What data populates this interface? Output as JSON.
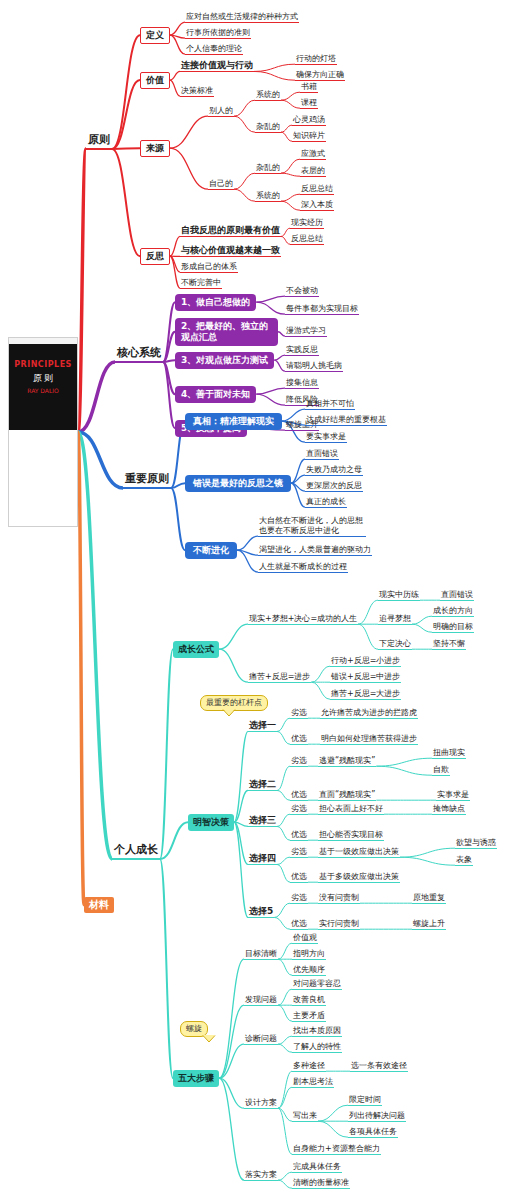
{
  "diagram": {
    "nodes": [
      {
        "text": [
          "PRINCIPLES",
          "原 则",
          "RAY DALIO"
        ]
      },
      {
        "text": [
          "原则"
        ]
      },
      {
        "text": [
          "定义"
        ]
      },
      {
        "text": [
          "应对自然或生活规律的种种方式"
        ]
      },
      {
        "text": [
          "行事所依据的准则"
        ]
      },
      {
        "text": [
          "个人信奉的理论"
        ]
      },
      {
        "text": [
          "价值"
        ]
      },
      {
        "text": [
          "连接价值观与行动"
        ]
      },
      {
        "text": [
          "行动的灯塔"
        ]
      },
      {
        "text": [
          "确保方向正确"
        ]
      },
      {
        "text": [
          "决策标准"
        ]
      },
      {
        "text": [
          "来源"
        ]
      },
      {
        "text": [
          "别人的"
        ]
      },
      {
        "text": [
          "系统的"
        ]
      },
      {
        "text": [
          "书籍"
        ]
      },
      {
        "text": [
          "课程"
        ]
      },
      {
        "text": [
          "杂乱的"
        ]
      },
      {
        "text": [
          "心灵鸡汤"
        ]
      },
      {
        "text": [
          "知识碎片"
        ]
      },
      {
        "text": [
          "自己的"
        ]
      },
      {
        "text": [
          "杂乱的"
        ]
      },
      {
        "text": [
          "应激式"
        ]
      },
      {
        "text": [
          "表层的"
        ]
      },
      {
        "text": [
          "系统的"
        ]
      },
      {
        "text": [
          "反思总结"
        ]
      },
      {
        "text": [
          "深入本质"
        ]
      },
      {
        "text": [
          "反思"
        ]
      },
      {
        "text": [
          "自我反思的原则最有价值"
        ]
      },
      {
        "text": [
          "现实经历"
        ]
      },
      {
        "text": [
          "反思总结"
        ]
      },
      {
        "text": [
          "与核心价值观越来越一致"
        ]
      },
      {
        "text": [
          "形成自己的体系"
        ]
      },
      {
        "text": [
          "不断完善中"
        ]
      },
      {
        "text": [
          "核心系统"
        ]
      },
      {
        "text": [
          "1、做自己想做的"
        ]
      },
      {
        "text": [
          "不会被动"
        ]
      },
      {
        "text": [
          "每件事都为实现目标"
        ]
      },
      {
        "text": [
          "2、把最好的、独立的 观点汇总"
        ]
      },
      {
        "text": [
          "漫游式学习"
        ]
      },
      {
        "text": [
          "3、对观点做压力测试"
        ]
      },
      {
        "text": [
          "实践反思"
        ]
      },
      {
        "text": [
          "请聪明人挑毛病"
        ]
      },
      {
        "text": [
          "4、善于面对未知"
        ]
      },
      {
        "text": [
          "搜集信息"
        ]
      },
      {
        "text": [
          "降低风险"
        ]
      },
      {
        "text": [
          "5、反思中提高"
        ]
      },
      {
        "text": [
          "螺旋上升"
        ]
      },
      {
        "text": [
          "重要原则"
        ]
      },
      {
        "text": [
          "真相：精准理解现实"
        ]
      },
      {
        "text": [
          "真相并不可怕"
        ]
      },
      {
        "text": [
          "达成好结果的重要根基"
        ]
      },
      {
        "text": [
          "要实事求是"
        ]
      },
      {
        "text": [
          "错误是最好的反思之镜"
        ]
      },
      {
        "text": [
          "直面错误"
        ]
      },
      {
        "text": [
          "失败乃成功之母"
        ]
      },
      {
        "text": [
          "更深层次的反思"
        ]
      },
      {
        "text": [
          "真正的成长"
        ]
      },
      {
        "text": [
          "不断进化"
        ]
      },
      {
        "text": [
          "大自然在不断进化，人的思想 也要在不断反思中进化"
        ]
      },
      {
        "text": [
          "渴望进化，人类最普遍的驱动力"
        ]
      },
      {
        "text": [
          "人生就是不断成长的过程"
        ]
      },
      {
        "text": [
          "个人成长"
        ]
      },
      {
        "text": [
          "成长公式"
        ]
      },
      {
        "text": [
          "现实+梦想+决心=成功的人生"
        ]
      },
      {
        "text": [
          "现实中历练"
        ]
      },
      {
        "text": [
          "直面错误"
        ]
      },
      {
        "text": [
          "追寻梦想"
        ]
      },
      {
        "text": [
          "成长的方向"
        ]
      },
      {
        "text": [
          "明确的目标"
        ]
      },
      {
        "text": [
          "下定决心"
        ]
      },
      {
        "text": [
          "坚持不懈"
        ]
      },
      {
        "text": [
          "痛苦+反思=进步"
        ]
      },
      {
        "text": [
          "行动+反思=小进步"
        ]
      },
      {
        "text": [
          "错误+反思=中进步"
        ]
      },
      {
        "text": [
          "痛苦+反思=大进步"
        ]
      },
      {
        "text": [
          "明智决策"
        ]
      },
      {
        "text": [
          "最重要的杠杆点"
        ]
      },
      {
        "text": [
          "选择一"
        ]
      },
      {
        "text": [
          "劣选"
        ]
      },
      {
        "text": [
          "允许痛苦成为进步的拦路虎"
        ]
      },
      {
        "text": [
          "优选"
        ]
      },
      {
        "text": [
          "明白如何处理痛苦获得进步"
        ]
      },
      {
        "text": [
          "选择二"
        ]
      },
      {
        "text": [
          "劣选"
        ]
      },
      {
        "text": [
          "逃避“残酷现实”"
        ]
      },
      {
        "text": [
          "扭曲现实"
        ]
      },
      {
        "text": [
          "自欺"
        ]
      },
      {
        "text": [
          "优选"
        ]
      },
      {
        "text": [
          "直面“残酷现实”"
        ]
      },
      {
        "text": [
          "实事求是"
        ]
      },
      {
        "text": [
          "选择三"
        ]
      },
      {
        "text": [
          "劣选"
        ]
      },
      {
        "text": [
          "担心表面上好不好"
        ]
      },
      {
        "text": [
          "掩饰缺点"
        ]
      },
      {
        "text": [
          "优选"
        ]
      },
      {
        "text": [
          "担心能否实现目标"
        ]
      },
      {
        "text": [
          "选择四"
        ]
      },
      {
        "text": [
          "劣选"
        ]
      },
      {
        "text": [
          "基于一级效应做出决策"
        ]
      },
      {
        "text": [
          "欲望与诱惑"
        ]
      },
      {
        "text": [
          "表象"
        ]
      },
      {
        "text": [
          "优选"
        ]
      },
      {
        "text": [
          "基于多级效应做出决策"
        ]
      },
      {
        "text": [
          "选择5"
        ]
      },
      {
        "text": [
          "劣选"
        ]
      },
      {
        "text": [
          "没有问责制"
        ]
      },
      {
        "text": [
          "原地重复"
        ]
      },
      {
        "text": [
          "优选"
        ]
      },
      {
        "text": [
          "实行问责制"
        ]
      },
      {
        "text": [
          "螺旋上升"
        ]
      },
      {
        "text": [
          "五大步骤"
        ]
      },
      {
        "text": [
          "螺旋"
        ]
      },
      {
        "text": [
          "目标清晰"
        ]
      },
      {
        "text": [
          "价值观"
        ]
      },
      {
        "text": [
          "指明方向"
        ]
      },
      {
        "text": [
          "优先顺序"
        ]
      },
      {
        "text": [
          "发现问题"
        ]
      },
      {
        "text": [
          "对问题零容忍"
        ]
      },
      {
        "text": [
          "改善良机"
        ]
      },
      {
        "text": [
          "主要矛盾"
        ]
      },
      {
        "text": [
          "诊断问题"
        ]
      },
      {
        "text": [
          "找出本质原因"
        ]
      },
      {
        "text": [
          "了解人的特性"
        ]
      },
      {
        "text": [
          "设计方案"
        ]
      },
      {
        "text": [
          "多种途径"
        ]
      },
      {
        "text": [
          "选一条有效途径"
        ]
      },
      {
        "text": [
          "剧本思考法"
        ]
      },
      {
        "text": [
          "写出来"
        ]
      },
      {
        "text": [
          "限定时间"
        ]
      },
      {
        "text": [
          "列出待解决问题"
        ]
      },
      {
        "text": [
          "各项具体任务"
        ]
      },
      {
        "text": [
          "自身能力+资源整合能力"
        ]
      },
      {
        "text": [
          "落实方案"
        ]
      },
      {
        "text": [
          "完成具体任务"
        ]
      },
      {
        "text": [
          "清晰的衡量标准"
        ]
      },
      {
        "text": [
          "材料"
        ]
      }
    ],
    "edges": [
      {
        "from": 0,
        "to": 1,
        "arrow": "none"
      },
      {
        "from": 0,
        "to": 33,
        "arrow": "none"
      },
      {
        "from": 0,
        "to": 47,
        "arrow": "none"
      },
      {
        "from": 0,
        "to": 61,
        "arrow": "none"
      },
      {
        "from": 0,
        "to": 135,
        "arrow": "none"
      },
      {
        "from": 1,
        "to": 2,
        "arrow": "none"
      },
      {
        "from": 1,
        "to": 6,
        "arrow": "none"
      },
      {
        "from": 1,
        "to": 11,
        "arrow": "none"
      },
      {
        "from": 1,
        "to": 26,
        "arrow": "none"
      },
      {
        "from": 2,
        "to": 3,
        "arrow": "none"
      },
      {
        "from": 2,
        "to": 4,
        "arrow": "none"
      },
      {
        "from": 2,
        "to": 5,
        "arrow": "none"
      },
      {
        "from": 6,
        "to": 7,
        "arrow": "none"
      },
      {
        "from": 6,
        "to": 10,
        "arrow": "none"
      },
      {
        "from": 7,
        "to": 8,
        "arrow": "none"
      },
      {
        "from": 7,
        "to": 9,
        "arrow": "none"
      },
      {
        "from": 11,
        "to": 12,
        "arrow": "none"
      },
      {
        "from": 11,
        "to": 19,
        "arrow": "none"
      },
      {
        "from": 12,
        "to": 13,
        "arrow": "none"
      },
      {
        "from": 12,
        "to": 16,
        "arrow": "none"
      },
      {
        "from": 13,
        "to": 14,
        "arrow": "none"
      },
      {
        "from": 13,
        "to": 15,
        "arrow": "none"
      },
      {
        "from": 16,
        "to": 17,
        "arrow": "none"
      },
      {
        "from": 16,
        "to": 18,
        "arrow": "none"
      },
      {
        "from": 19,
        "to": 20,
        "arrow": "none"
      },
      {
        "from": 19,
        "to": 23,
        "arrow": "none"
      },
      {
        "from": 20,
        "to": 21,
        "arrow": "none"
      },
      {
        "from": 20,
        "to": 22,
        "arrow": "none"
      },
      {
        "from": 23,
        "to": 24,
        "arrow": "none"
      },
      {
        "from": 23,
        "to": 25,
        "arrow": "none"
      },
      {
        "from": 26,
        "to": 27,
        "arrow": "none"
      },
      {
        "from": 26,
        "to": 30,
        "arrow": "none"
      },
      {
        "from": 26,
        "to": 31,
        "arrow": "none"
      },
      {
        "from": 26,
        "to": 32,
        "arrow": "none"
      },
      {
        "from": 27,
        "to": 28,
        "arrow": "none"
      },
      {
        "from": 27,
        "to": 29,
        "arrow": "none"
      },
      {
        "from": 33,
        "to": 34,
        "arrow": "none"
      },
      {
        "from": 33,
        "to": 37,
        "arrow": "none"
      },
      {
        "from": 33,
        "to": 39,
        "arrow": "none"
      },
      {
        "from": 33,
        "to": 42,
        "arrow": "none"
      },
      {
        "from": 33,
        "to": 45,
        "arrow": "none"
      },
      {
        "from": 34,
        "to": 35,
        "arrow": "none"
      },
      {
        "from": 34,
        "to": 36,
        "arrow": "none"
      },
      {
        "from": 37,
        "to": 38,
        "arrow": "none"
      },
      {
        "from": 39,
        "to": 40,
        "arrow": "none"
      },
      {
        "from": 39,
        "to": 41,
        "arrow": "none"
      },
      {
        "from": 42,
        "to": 43,
        "arrow": "none"
      },
      {
        "from": 42,
        "to": 44,
        "arrow": "none"
      },
      {
        "from": 45,
        "to": 46,
        "arrow": "none"
      },
      {
        "from": 47,
        "to": 48,
        "arrow": "none"
      },
      {
        "from": 47,
        "to": 52,
        "arrow": "none"
      },
      {
        "from": 47,
        "to": 57,
        "arrow": "none"
      },
      {
        "from": 48,
        "to": 49,
        "arrow": "none"
      },
      {
        "from": 48,
        "to": 50,
        "arrow": "none"
      },
      {
        "from": 48,
        "to": 51,
        "arrow": "none"
      },
      {
        "from": 52,
        "to": 53,
        "arrow": "none"
      },
      {
        "from": 52,
        "to": 54,
        "arrow": "none"
      },
      {
        "from": 52,
        "to": 55,
        "arrow": "none"
      },
      {
        "from": 52,
        "to": 56,
        "arrow": "none"
      },
      {
        "from": 57,
        "to": 58,
        "arrow": "none"
      },
      {
        "from": 57,
        "to": 59,
        "arrow": "none"
      },
      {
        "from": 57,
        "to": 60,
        "arrow": "none"
      },
      {
        "from": 61,
        "to": 62,
        "arrow": "none"
      },
      {
        "from": 61,
        "to": 75,
        "arrow": "none"
      },
      {
        "from": 61,
        "to": 110,
        "arrow": "none"
      },
      {
        "from": 62,
        "to": 63,
        "arrow": "none"
      },
      {
        "from": 62,
        "to": 71,
        "arrow": "none"
      },
      {
        "from": 63,
        "to": 64,
        "arrow": "none"
      },
      {
        "from": 63,
        "to": 66,
        "arrow": "none"
      },
      {
        "from": 63,
        "to": 69,
        "arrow": "none"
      },
      {
        "from": 64,
        "to": 65,
        "arrow": "none"
      },
      {
        "from": 66,
        "to": 67,
        "arrow": "none"
      },
      {
        "from": 66,
        "to": 68,
        "arrow": "none"
      },
      {
        "from": 69,
        "to": 70,
        "arrow": "none"
      },
      {
        "from": 71,
        "to": 72,
        "arrow": "none"
      },
      {
        "from": 71,
        "to": 73,
        "arrow": "none"
      },
      {
        "from": 71,
        "to": 74,
        "arrow": "none"
      },
      {
        "from": 75,
        "to": 77,
        "arrow": "none"
      },
      {
        "from": 75,
        "to": 82,
        "arrow": "none"
      },
      {
        "from": 75,
        "to": 90,
        "arrow": "none"
      },
      {
        "from": 75,
        "to": 96,
        "arrow": "none"
      },
      {
        "from": 75,
        "to": 103,
        "arrow": "none"
      },
      {
        "from": 77,
        "to": 78,
        "arrow": "none"
      },
      {
        "from": 77,
        "to": 80,
        "arrow": "none"
      },
      {
        "from": 78,
        "to": 79,
        "arrow": "none"
      },
      {
        "from": 80,
        "to": 81,
        "arrow": "none"
      },
      {
        "from": 82,
        "to": 83,
        "arrow": "none"
      },
      {
        "from": 82,
        "to": 87,
        "arrow": "none"
      },
      {
        "from": 83,
        "to": 84,
        "arrow": "none"
      },
      {
        "from": 84,
        "to": 85,
        "arrow": "none"
      },
      {
        "from": 84,
        "to": 86,
        "arrow": "none"
      },
      {
        "from": 87,
        "to": 88,
        "arrow": "none"
      },
      {
        "from": 88,
        "to": 89,
        "arrow": "none"
      },
      {
        "from": 90,
        "to": 91,
        "arrow": "none"
      },
      {
        "from": 90,
        "to": 94,
        "arrow": "none"
      },
      {
        "from": 91,
        "to": 92,
        "arrow": "none"
      },
      {
        "from": 92,
        "to": 93,
        "arrow": "none"
      },
      {
        "from": 94,
        "to": 95,
        "arrow": "none"
      },
      {
        "from": 96,
        "to": 97,
        "arrow": "none"
      },
      {
        "from": 96,
        "to": 101,
        "arrow": "none"
      },
      {
        "from": 97,
        "to": 98,
        "arrow": "none"
      },
      {
        "from": 98,
        "to": 99,
        "arrow": "none"
      },
      {
        "from": 98,
        "to": 100,
        "arrow": "none"
      },
      {
        "from": 101,
        "to": 102,
        "arrow": "none"
      },
      {
        "from": 103,
        "to": 104,
        "arrow": "none"
      },
      {
        "from": 103,
        "to": 107,
        "arrow": "none"
      },
      {
        "from": 104,
        "to": 105,
        "arrow": "none"
      },
      {
        "from": 105,
        "to": 106,
        "arrow": "none"
      },
      {
        "from": 107,
        "to": 108,
        "arrow": "none"
      },
      {
        "from": 108,
        "to": 109,
        "arrow": "none"
      },
      {
        "from": 110,
        "to": 112,
        "arrow": "none"
      },
      {
        "from": 110,
        "to": 116,
        "arrow": "none"
      },
      {
        "from": 110,
        "to": 120,
        "arrow": "none"
      },
      {
        "from": 110,
        "to": 123,
        "arrow": "none"
      },
      {
        "from": 110,
        "to": 132,
        "arrow": "none"
      },
      {
        "from": 112,
        "to": 113,
        "arrow": "none"
      },
      {
        "from": 112,
        "to": 114,
        "arrow": "none"
      },
      {
        "from": 112,
        "to": 115,
        "arrow": "none"
      },
      {
        "from": 116,
        "to": 117,
        "arrow": "none"
      },
      {
        "from": 116,
        "to": 118,
        "arrow": "none"
      },
      {
        "from": 116,
        "to": 119,
        "arrow": "none"
      },
      {
        "from": 120,
        "to": 121,
        "arrow": "none"
      },
      {
        "from": 120,
        "to": 122,
        "arrow": "none"
      },
      {
        "from": 123,
        "to": 124,
        "arrow": "none"
      },
      {
        "from": 123,
        "to": 126,
        "arrow": "none"
      },
      {
        "from": 123,
        "to": 127,
        "arrow": "none"
      },
      {
        "from": 123,
        "to": 131,
        "arrow": "none"
      },
      {
        "from": 124,
        "to": 125,
        "arrow": "none"
      },
      {
        "from": 127,
        "to": 128,
        "arrow": "none"
      },
      {
        "from": 127,
        "to": 129,
        "arrow": "none"
      },
      {
        "from": 127,
        "to": 130,
        "arrow": "none"
      },
      {
        "from": 132,
        "to": 133,
        "arrow": "none"
      },
      {
        "from": 132,
        "to": 134,
        "arrow": "none"
      }
    ]
  }
}
